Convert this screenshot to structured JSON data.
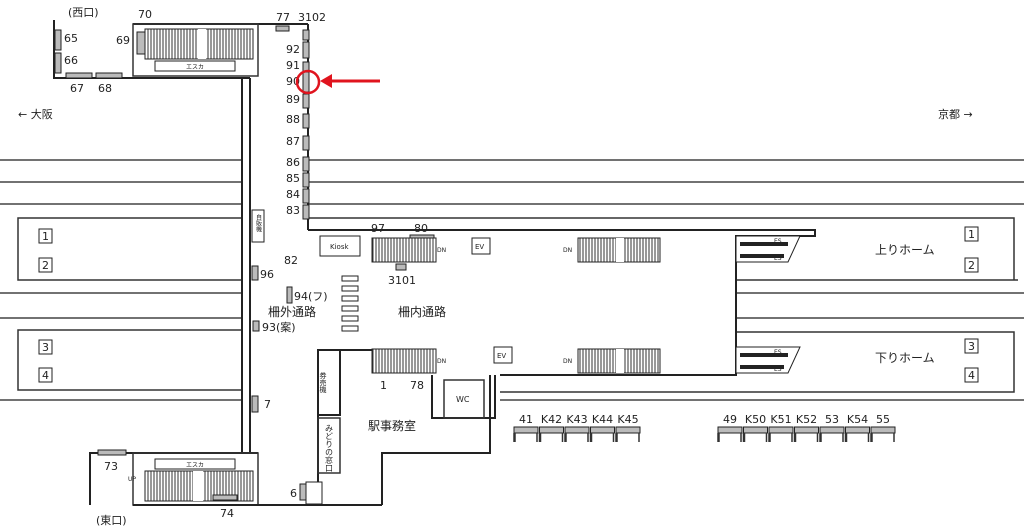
{
  "map": {
    "exits": {
      "west": "(西口)",
      "east": "(東口)"
    },
    "directions": {
      "osaka": "← 大阪",
      "kyoto": "京都 →"
    },
    "platforms": {
      "up": "上りホーム",
      "down": "下りホーム",
      "track_numbers": [
        "1",
        "2",
        "3",
        "4"
      ]
    },
    "areas": {
      "outside_gate": "柵外通路",
      "inside_gate": "柵内通路",
      "station_office": "駅事務室",
      "wc": "WC",
      "kiosk": "Kiosk",
      "ev": "EV",
      "ticket_machines": "券売機",
      "midori_window": "みどりの窓口",
      "vending": "自販機",
      "escalator": "エスカ",
      "es": "ES",
      "dn": "DN",
      "up_label": "UP"
    },
    "spots": [
      "65",
      "66",
      "67",
      "68",
      "69",
      "70",
      "77",
      "3102",
      "92",
      "91",
      "90",
      "89",
      "88",
      "87",
      "86",
      "85",
      "84",
      "83",
      "82",
      "96",
      "94(フ)",
      "93(案)",
      "7",
      "97",
      "80",
      "3101",
      "1",
      "78",
      "73",
      "74",
      "6"
    ],
    "bays_left": [
      "41",
      "K42",
      "K43",
      "K44",
      "K45"
    ],
    "bays_right": [
      "49",
      "K50",
      "K51",
      "K52",
      "53",
      "K54",
      "55"
    ],
    "highlight": {
      "spot": "90",
      "color": "#e0141e"
    }
  }
}
